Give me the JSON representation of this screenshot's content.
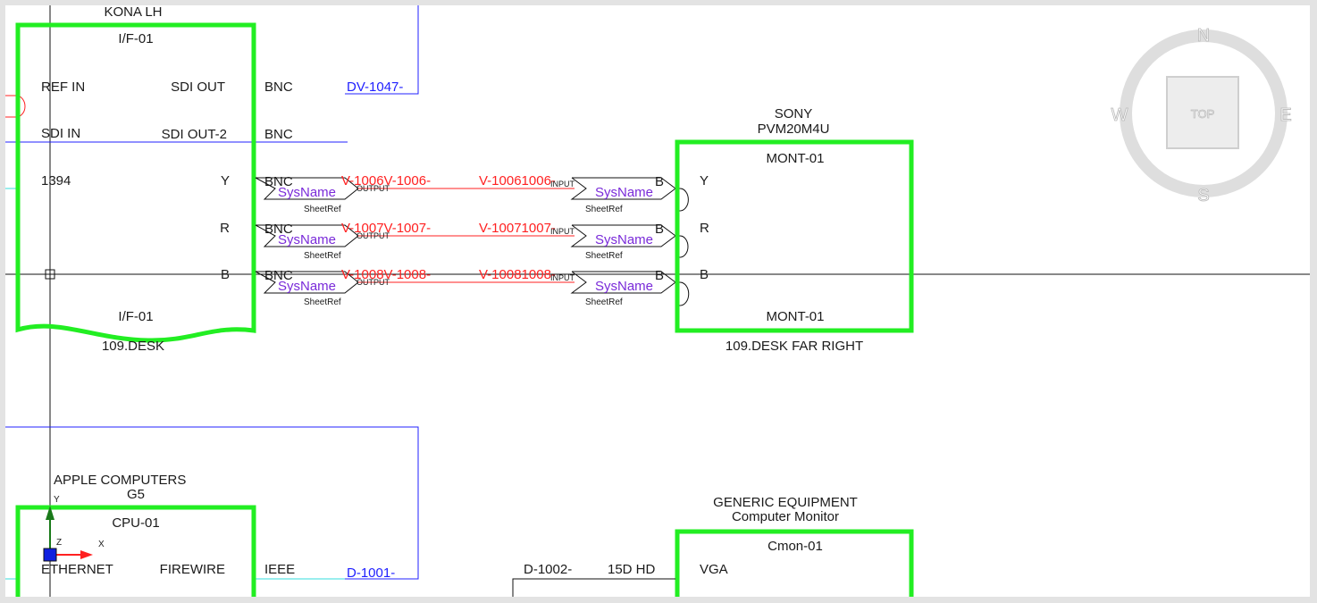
{
  "theme": {
    "device_outline": "#22ee22",
    "wire_red": "#ff2020",
    "wire_blue": "#2020ff",
    "wire_cyan": "#33dddd",
    "sysname_purple": "#7a2bd9",
    "compass": "#dedede"
  },
  "compass": {
    "n": "N",
    "s": "S",
    "e": "E",
    "w": "W",
    "top": "TOP"
  },
  "devices": {
    "kona": {
      "manufacturer": "KONA LH",
      "tag_top": "I/F-01",
      "tag_bottom": "I/F-01",
      "location": "109.DESK",
      "inputs": [
        "REF IN",
        "SDI IN",
        "1394"
      ],
      "outputs": [
        "SDI OUT",
        "SDI OUT-2",
        "Y",
        "R",
        "B"
      ]
    },
    "sony": {
      "manufacturer": "SONY",
      "model": "PVM20M4U",
      "tag_top": "MONT-01",
      "tag_bottom": "MONT-01",
      "location": "109.DESK FAR RIGHT",
      "inputs": [
        "Y",
        "R",
        "B"
      ]
    },
    "apple": {
      "manufacturer": "APPLE COMPUTERS",
      "model": "G5",
      "tag_top": "CPU-01",
      "ports": [
        "ETHERNET",
        "FIREWIRE"
      ]
    },
    "generic": {
      "manufacturer": "GENERIC EQUIPMENT",
      "model": "Computer Monitor",
      "tag_top": "Cmon-01",
      "inputs": [
        "VGA"
      ]
    }
  },
  "connectors": {
    "sdi_out": "BNC",
    "sdi_out2": "BNC",
    "y": "BNC",
    "r": "BNC",
    "b": "BNC",
    "firewire": "IEEE",
    "vga": "15D HD",
    "mont_y": "B",
    "mont_r": "B",
    "mont_b": "B"
  },
  "cables": {
    "sdi_out": "DV-1047-",
    "y_out": "V-1006V-1006-",
    "y_in": "V-10061006-",
    "r_out": "V-1007V-1007-",
    "r_in": "V-10071007-",
    "b_out": "V-1008V-1008-",
    "b_in": "V-10081008-",
    "firewire": "D-1001-",
    "vga": "D-1002-"
  },
  "offsheet": {
    "sysname": "SysName",
    "sheetref": "SheetRef",
    "output": "OUTPUT",
    "input": "INPUT"
  },
  "ucs": {
    "x": "X",
    "y": "Y",
    "z": "Z"
  }
}
